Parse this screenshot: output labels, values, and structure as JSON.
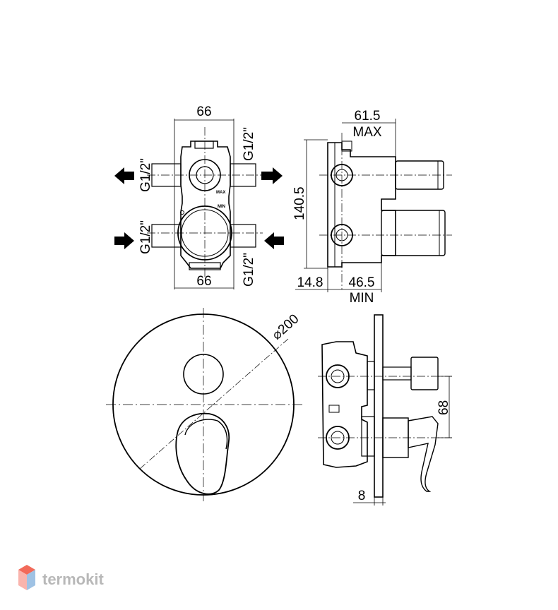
{
  "top_left_view": {
    "width_top": "66",
    "width_bottom": "66",
    "thread_top_right": "G1/2\"",
    "thread_left_upper": "G1/2\"",
    "thread_left_lower": "G1/2\"",
    "thread_bottom_right": "G1/2\"",
    "max_mark": "MAX",
    "min_mark": "MIN"
  },
  "top_right_view": {
    "depth_max_value": "61.5",
    "depth_max_label": "MAX",
    "height": "140.5",
    "offset": "14.8",
    "depth_min_value": "46.5",
    "depth_min_label": "MIN"
  },
  "front_view": {
    "diameter": "⌀200"
  },
  "side_view": {
    "handle_offset": "68",
    "plate_thickness": "8"
  },
  "brand": {
    "name": "termokit",
    "colors": {
      "top": "#f26a5a",
      "left": "#f9b4ad",
      "right": "#9fc2e4"
    }
  }
}
